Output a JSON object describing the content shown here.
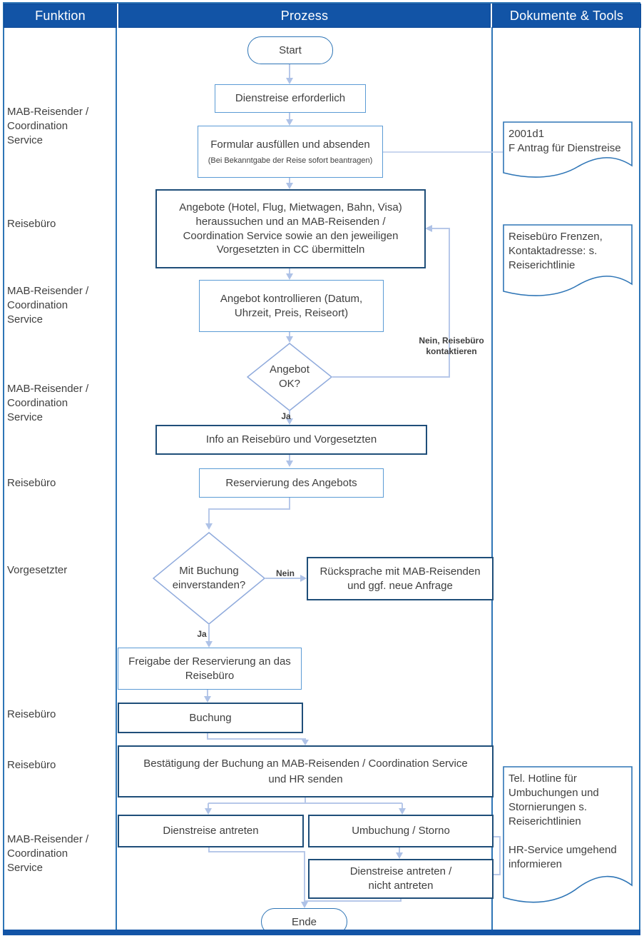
{
  "header": {
    "funktion": "Funktion",
    "prozess": "Prozess",
    "dokumente": "Dokumente & Tools"
  },
  "lanes": [
    "MAB-Reisender /\nCoordination\nService",
    "Reisebüro",
    "MAB-Reisender /\nCoordination\nService",
    "MAB-Reisender /\nCoordination\nService",
    "Reisebüro",
    "Vorgesetzter",
    "Reisebüro",
    "Reisebüro",
    "MAB-Reisender /\nCoordination\nService"
  ],
  "process": {
    "start": "Start",
    "step_dienstreise": "Dienstreise erforderlich",
    "step_formular_title": "Formular ausfüllen und absenden",
    "step_formular_note": "(Bei Bekanntgabe der Reise sofort beantragen)",
    "step_angebote": "Angebote (Hotel, Flug, Mietwagen, Bahn, Visa)\nheraussuchen und an MAB-Reisenden /\nCoordination Service sowie an den jeweiligen\nVorgesetzten in CC übermitteln",
    "step_kontrollieren": "Angebot kontrollieren (Datum,\nUhrzeit, Preis, Reiseort)",
    "decision_angebot": "Angebot\nOK?",
    "label_ja_1": "Ja",
    "label_nein_loop": "Nein, Reisebüro\nkontaktieren",
    "step_info": "Info an Reisebüro und Vorgesetzten",
    "step_reservierung": "Reservierung des Angebots",
    "decision_buchung": "Mit Buchung\neinverstanden?",
    "label_nein_2": "Nein",
    "label_ja_2": "Ja",
    "step_ruecksprache": "Rücksprache mit MAB-Reisenden\nund ggf. neue Anfrage",
    "step_freigabe": "Freigabe der Reservierung an das\nReisebüro",
    "step_buchung": "Buchung",
    "step_bestaetigung": "Bestätigung der Buchung an MAB-Reisenden / Coordination Service\nund HR senden",
    "step_antreten": "Dienstreise antreten",
    "step_umbuchung": "Umbuchung / Storno",
    "step_antreten_nicht": "Dienstreise antreten /\nnicht antreten",
    "ende": "Ende"
  },
  "documents": [
    {
      "text": "2001d1\nF Antrag für Dienstreise"
    },
    {
      "text": "Reisebüro Frenzen,\nKontaktadresse: s.\nReiserichtlinie"
    },
    {
      "text": "Tel. Hotline für\nUmbuchungen und\nStornierungen s.\nReiserichtlinien\n\nHR-Service umgehend\ninformieren"
    }
  ],
  "colors": {
    "header_bg": "#1254a6",
    "lane_border": "#2e75b6",
    "box_border_light": "#5b9bd5",
    "box_border_strong": "#1f4e79",
    "diamond_border": "#8faadc",
    "connector": "#b7c8e9",
    "text": "#3f3f3f"
  }
}
